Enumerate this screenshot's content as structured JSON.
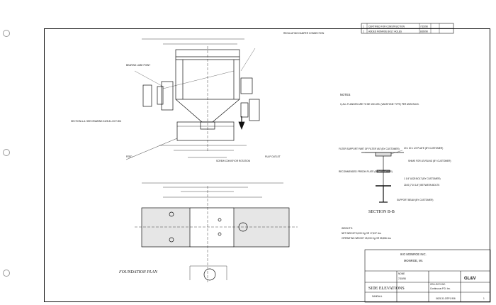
{
  "revision_block": [
    {
      "rev": "1",
      "desc": "CERTIFIED FOR CONSTRUCTION",
      "date": "7/15/98"
    },
    {
      "rev": "2",
      "desc": "ADDED MONROE BOLT HOLES",
      "date": "8/28/98"
    }
  ],
  "notes": {
    "heading": "NOTES",
    "items": [
      "1) ALL FLANGES ARE TO BE 150 LBS. (VANSTONE TYPE) PER ANSI B16.5."
    ]
  },
  "section_label": "SECTION B-B",
  "section_ref": "SECTION A-A: SEE DRAWING 0425-31-OCT-904",
  "foundation_label": "FOUNDATION PLAN",
  "labels": {
    "reg_damper_conn": "REGULATING DAMPER CONNECTION",
    "bearing_lube": "BEARING LUBE POINT",
    "screw_conveyor": "SCREW CONVEYOR ROTATION",
    "feed": "FEED",
    "pulp_outlet": "PULP OUTLET",
    "filter_support": "FILTER SUPPORT PART OF FILTER VAT (BY CUSTOMER)",
    "shims": "SHIMS FOR LEVELING (BY CUSTOMER)",
    "anchor_bolt": "1 1/4\" A325 BOLT (BY CUSTOMER)",
    "plate": "20 x 20 x 1/2 PLATE (BY CUSTOMER)",
    "recommended_plate": "RECOMMENDED PRISON PLATE (BY CUSTOMER)",
    "support_beam": "SUPPORT BEAM (BY CUSTOMER)",
    "spacing": "2100 (7'10 1/4\") BETWEEN BOLTS"
  },
  "weights": {
    "title": "WEIGHTS:",
    "net": "NET WEIGHT 8,000 Kg OR 17,637 Lbs",
    "operating": "OPERATING WEIGHT 25,200 Kg OR 55,556 Lbs"
  },
  "title_block": {
    "client": "IKO MONROE INC.",
    "location": "MONROE, MI.",
    "logo": "GL&V",
    "drawing_title": "SIDE ELEVATIONS",
    "company": "CELLECO INC.",
    "product": "Continuous P.D. Inc.",
    "drawn_by": "SANDALL",
    "drawing_no": "0425-31-OSP1-906",
    "sheet": "1",
    "date": "7/15/98",
    "scale": "NONE"
  }
}
